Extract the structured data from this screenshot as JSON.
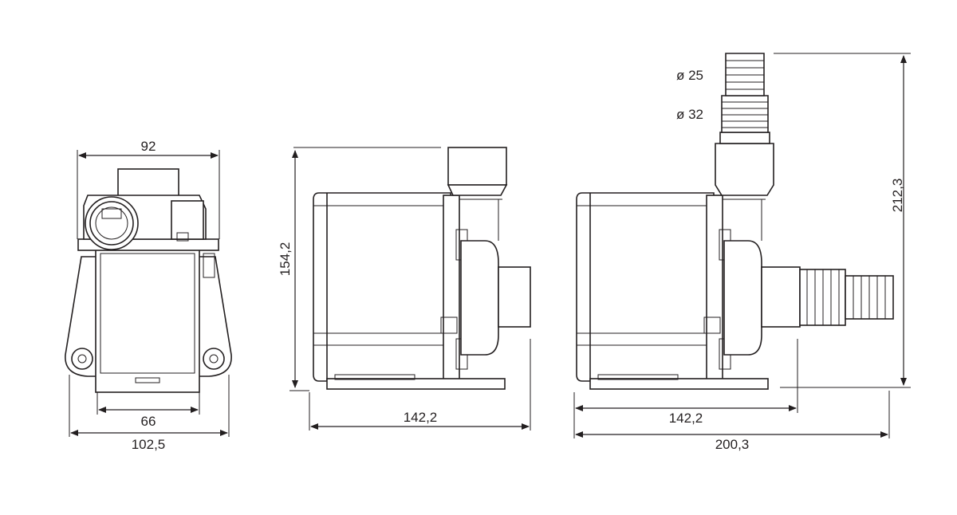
{
  "dimensions": {
    "front_top_width": "92",
    "front_base_width": "66",
    "front_overall_width": "102,5",
    "side_height": "154,2",
    "side_length": "142,2",
    "side2_body_length": "142,2",
    "side2_overall_length": "200,3",
    "side2_overall_height": "212,3"
  },
  "hose_barbs": {
    "small": "ø 25",
    "large": "ø 32"
  }
}
